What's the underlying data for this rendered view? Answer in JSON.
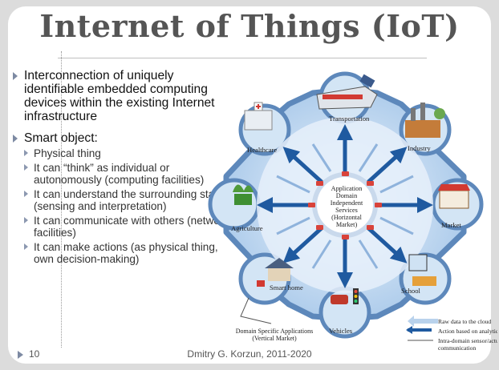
{
  "slide": {
    "title": "Internet of Things (IoT)",
    "bullets": [
      {
        "text": "Interconnection of uniquely identifiable embedded computing devices within the existing Internet infrastructure"
      },
      {
        "text": "Smart object:"
      }
    ],
    "sub_bullets": [
      {
        "text": "Physical thing"
      },
      {
        "text": "It can “think” as individual or autonomously (computing facilities)"
      },
      {
        "text": "It can understand the surrounding state (sensing and interpretation)"
      },
      {
        "text": "It can communicate with others (network facilities)"
      },
      {
        "text": "It can make actions (as physical thing, own decision-making)"
      }
    ],
    "footer": {
      "page_number": "10",
      "author": "Dmitry G. Korzun, 2011-2020"
    }
  },
  "diagram": {
    "center_lines": [
      "Application",
      "Domain",
      "Independent",
      "Services",
      "(Horizontal",
      "Market)"
    ],
    "domains": {
      "transportation": "Transportation",
      "industry": "Industry",
      "healthcare": "Healthcare",
      "agriculture": "Agriculture",
      "market": "Market",
      "smart_home": "Smart home",
      "school": "School",
      "vehicles": "Vehicles"
    },
    "callout_lines": [
      "Domain Specific Applications",
      "(Vertical Market)"
    ],
    "legend": {
      "raw_data": "Raw data to the cloud",
      "action": "Action based on analytics",
      "intra_domain_1": "Intra-domain sensor/actuator",
      "intra_domain_2": "communication"
    },
    "colors": {
      "gear_fill": "#bcd6ee",
      "gear_stroke": "#5d88bb",
      "arrow": "#1f5aa0",
      "ring": "#d9433a"
    }
  }
}
